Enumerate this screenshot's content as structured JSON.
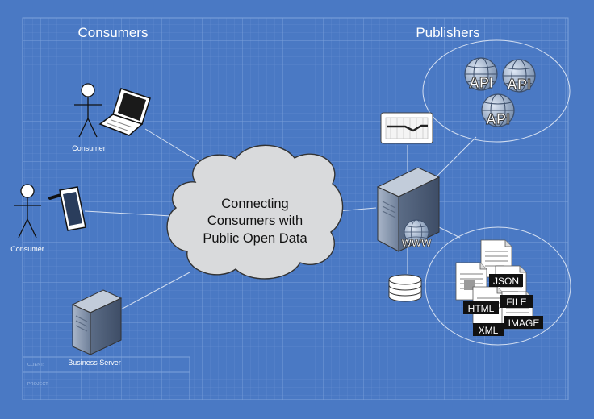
{
  "headings": {
    "consumers": "Consumers",
    "publishers": "Publishers"
  },
  "cloud": {
    "line1": "Connecting",
    "line2": "Consumers with",
    "line3": "Public Open Data"
  },
  "nodes": {
    "consumer_laptop_label": "Consumer",
    "consumer_tablet_label": "Consumer",
    "business_server_label": "Business Server"
  },
  "server_badge": "WWW",
  "apis": [
    "API",
    "API",
    "API"
  ],
  "files": {
    "json": "JSON",
    "html": "HTML",
    "file": "FILE",
    "image": "IMAGE",
    "xml": "XML"
  },
  "title_block": {
    "client_label": "CLIENT:",
    "project_label": "PROJECT:"
  },
  "colors": {
    "background": "#4a79c4",
    "grid": "#6b93d2",
    "cloud_fill": "#d9dadc",
    "server_fill": "#7f8fa8",
    "text": "#ffffff"
  }
}
